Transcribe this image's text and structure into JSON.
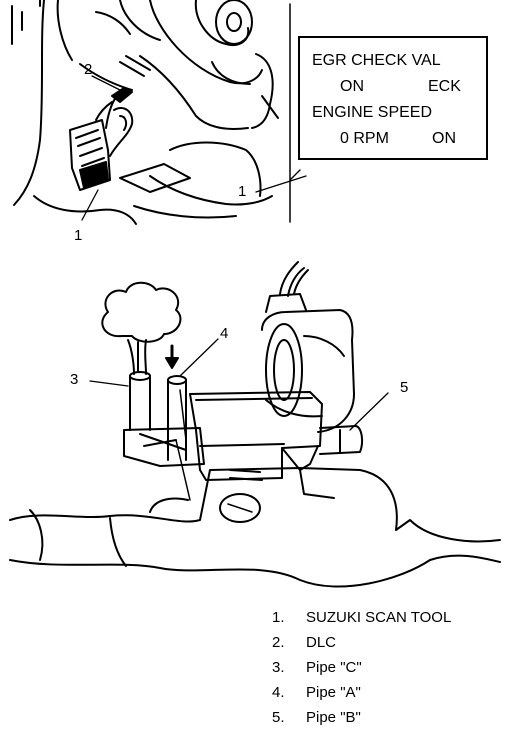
{
  "scan_tool_screen": {
    "line1": "EGR CHECK VAL",
    "line2_left": "ON",
    "line2_right": "ECK",
    "line3": "ENGINE SPEED",
    "line4_left": "0 RPM",
    "line4_right": "ON"
  },
  "callouts": {
    "top_scan_tool": "1",
    "top_dlc": "2",
    "top_connector": "1",
    "pipe_c": "3",
    "pipe_a": "4",
    "pipe_b": "5"
  },
  "legend": [
    {
      "num": "1.",
      "text": "SUZUKI SCAN TOOL"
    },
    {
      "num": "2.",
      "text": "DLC"
    },
    {
      "num": "3.",
      "text": "Pipe \"C\""
    },
    {
      "num": "4.",
      "text": "Pipe \"A\""
    },
    {
      "num": "5.",
      "text": "Pipe \"B\""
    }
  ]
}
